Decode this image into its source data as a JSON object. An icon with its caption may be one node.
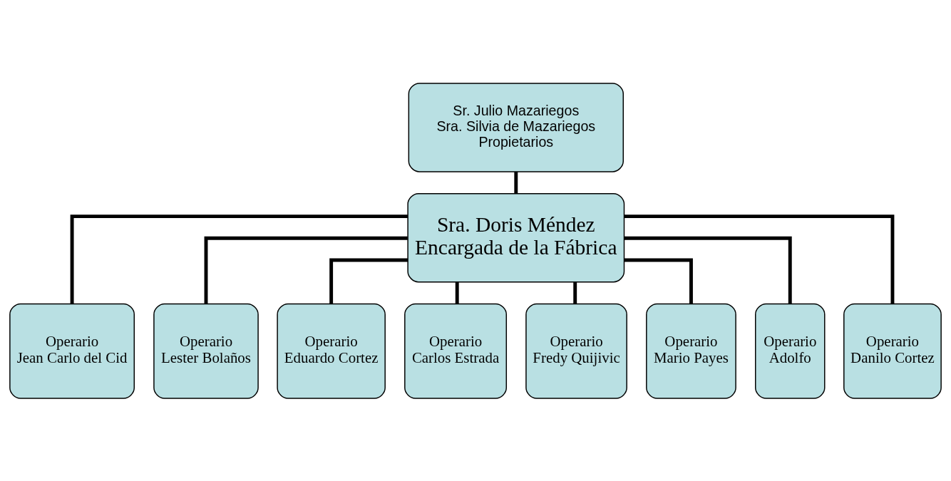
{
  "diagram": {
    "nodes": [
      {
        "text": [
          "Sr. Julio Mazariegos",
          "Sra. Silvia de Mazariegos",
          "Propietarios"
        ]
      },
      {
        "text": [
          "Sra. Doris Méndez",
          "Encargada de la Fábrica"
        ]
      },
      {
        "text": [
          "Operario",
          "Jean Carlo del Cid"
        ]
      },
      {
        "text": [
          "Operario",
          "Lester Bolaños"
        ]
      },
      {
        "text": [
          "Operario",
          "Eduardo Cortez"
        ]
      },
      {
        "text": [
          "Operario",
          "Carlos Estrada"
        ]
      },
      {
        "text": [
          "Operario",
          "Fredy Quijivic"
        ]
      },
      {
        "text": [
          "Operario",
          "Mario Payes"
        ]
      },
      {
        "text": [
          "Operario",
          "Adolfo"
        ]
      },
      {
        "text": [
          "Operario",
          "Danilo Cortez"
        ]
      }
    ],
    "edges": [
      {
        "from": 0,
        "to": 1,
        "arrow": "none"
      },
      {
        "from": 1,
        "to": 2,
        "arrow": "none"
      },
      {
        "from": 1,
        "to": 3,
        "arrow": "none"
      },
      {
        "from": 1,
        "to": 4,
        "arrow": "none"
      },
      {
        "from": 1,
        "to": 5,
        "arrow": "none"
      },
      {
        "from": 1,
        "to": 6,
        "arrow": "none"
      },
      {
        "from": 1,
        "to": 7,
        "arrow": "none"
      },
      {
        "from": 1,
        "to": 8,
        "arrow": "none"
      },
      {
        "from": 1,
        "to": 9,
        "arrow": "none"
      }
    ]
  }
}
